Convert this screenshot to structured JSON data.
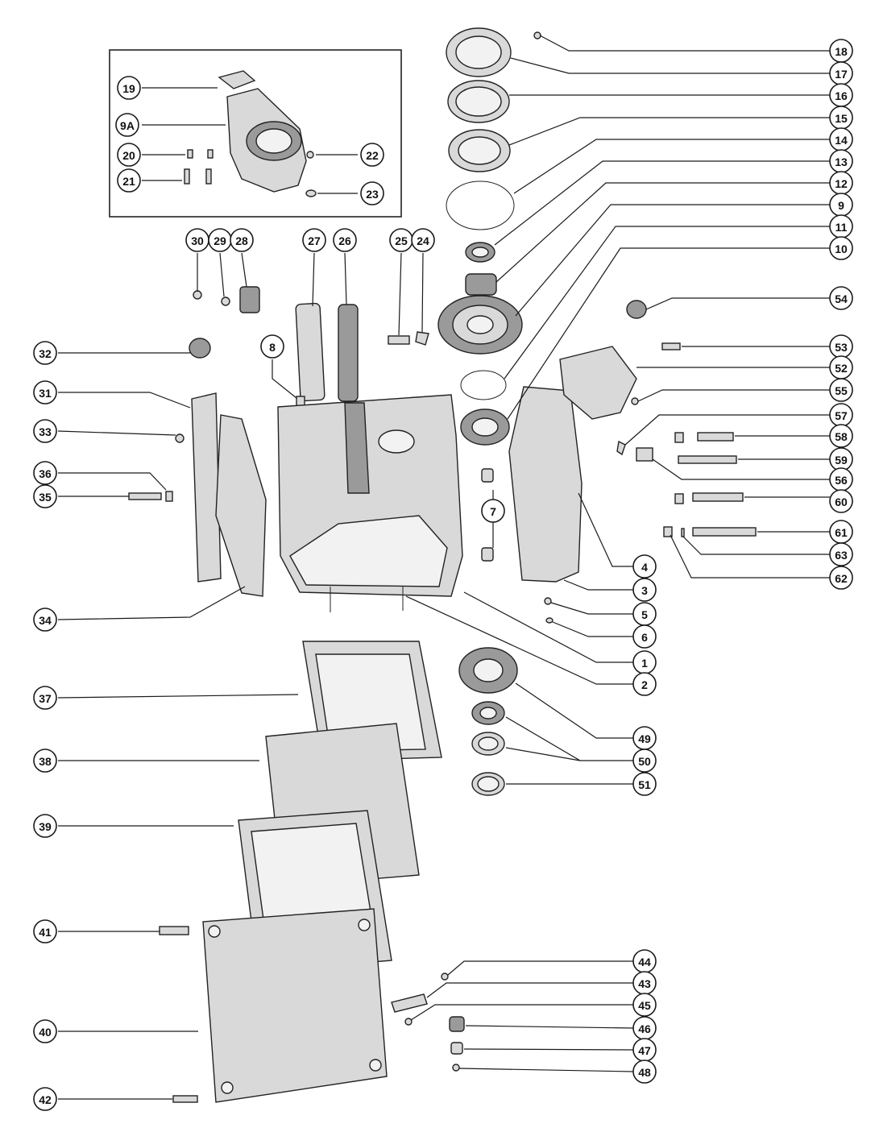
{
  "callouts": [
    {
      "id": "c18",
      "label": "18"
    },
    {
      "id": "c17",
      "label": "17"
    },
    {
      "id": "c16",
      "label": "16"
    },
    {
      "id": "c15",
      "label": "15"
    },
    {
      "id": "c14",
      "label": "14"
    },
    {
      "id": "c13",
      "label": "13"
    },
    {
      "id": "c12",
      "label": "12"
    },
    {
      "id": "c9",
      "label": "9"
    },
    {
      "id": "c11",
      "label": "11"
    },
    {
      "id": "c10",
      "label": "10"
    },
    {
      "id": "c54",
      "label": "54"
    },
    {
      "id": "c53",
      "label": "53"
    },
    {
      "id": "c52",
      "label": "52"
    },
    {
      "id": "c55",
      "label": "55"
    },
    {
      "id": "c57",
      "label": "57"
    },
    {
      "id": "c58",
      "label": "58"
    },
    {
      "id": "c59",
      "label": "59"
    },
    {
      "id": "c56",
      "label": "56"
    },
    {
      "id": "c60",
      "label": "60"
    },
    {
      "id": "c61",
      "label": "61"
    },
    {
      "id": "c63",
      "label": "63"
    },
    {
      "id": "c62",
      "label": "62"
    },
    {
      "id": "c4",
      "label": "4"
    },
    {
      "id": "c3",
      "label": "3"
    },
    {
      "id": "c5",
      "label": "5"
    },
    {
      "id": "c6",
      "label": "6"
    },
    {
      "id": "c1",
      "label": "1"
    },
    {
      "id": "c2",
      "label": "2"
    },
    {
      "id": "c49",
      "label": "49"
    },
    {
      "id": "c50",
      "label": "50"
    },
    {
      "id": "c51",
      "label": "51"
    },
    {
      "id": "c44",
      "label": "44"
    },
    {
      "id": "c43",
      "label": "43"
    },
    {
      "id": "c45",
      "label": "45"
    },
    {
      "id": "c46",
      "label": "46"
    },
    {
      "id": "c47",
      "label": "47"
    },
    {
      "id": "c48",
      "label": "48"
    },
    {
      "id": "c19",
      "label": "19"
    },
    {
      "id": "c9a",
      "label": "9A"
    },
    {
      "id": "c20",
      "label": "20"
    },
    {
      "id": "c21",
      "label": "21"
    },
    {
      "id": "c22",
      "label": "22"
    },
    {
      "id": "c23",
      "label": "23"
    },
    {
      "id": "c30",
      "label": "30"
    },
    {
      "id": "c29",
      "label": "29"
    },
    {
      "id": "c28",
      "label": "28"
    },
    {
      "id": "c27",
      "label": "27"
    },
    {
      "id": "c26",
      "label": "26"
    },
    {
      "id": "c25",
      "label": "25"
    },
    {
      "id": "c24",
      "label": "24"
    },
    {
      "id": "c8",
      "label": "8"
    },
    {
      "id": "c32",
      "label": "32"
    },
    {
      "id": "c31",
      "label": "31"
    },
    {
      "id": "c33",
      "label": "33"
    },
    {
      "id": "c36",
      "label": "36"
    },
    {
      "id": "c35",
      "label": "35"
    },
    {
      "id": "c7",
      "label": "7"
    },
    {
      "id": "c34",
      "label": "34"
    },
    {
      "id": "c37",
      "label": "37"
    },
    {
      "id": "c38",
      "label": "38"
    },
    {
      "id": "c39",
      "label": "39"
    },
    {
      "id": "c41",
      "label": "41"
    },
    {
      "id": "c40",
      "label": "40"
    },
    {
      "id": "c42",
      "label": "42"
    }
  ]
}
